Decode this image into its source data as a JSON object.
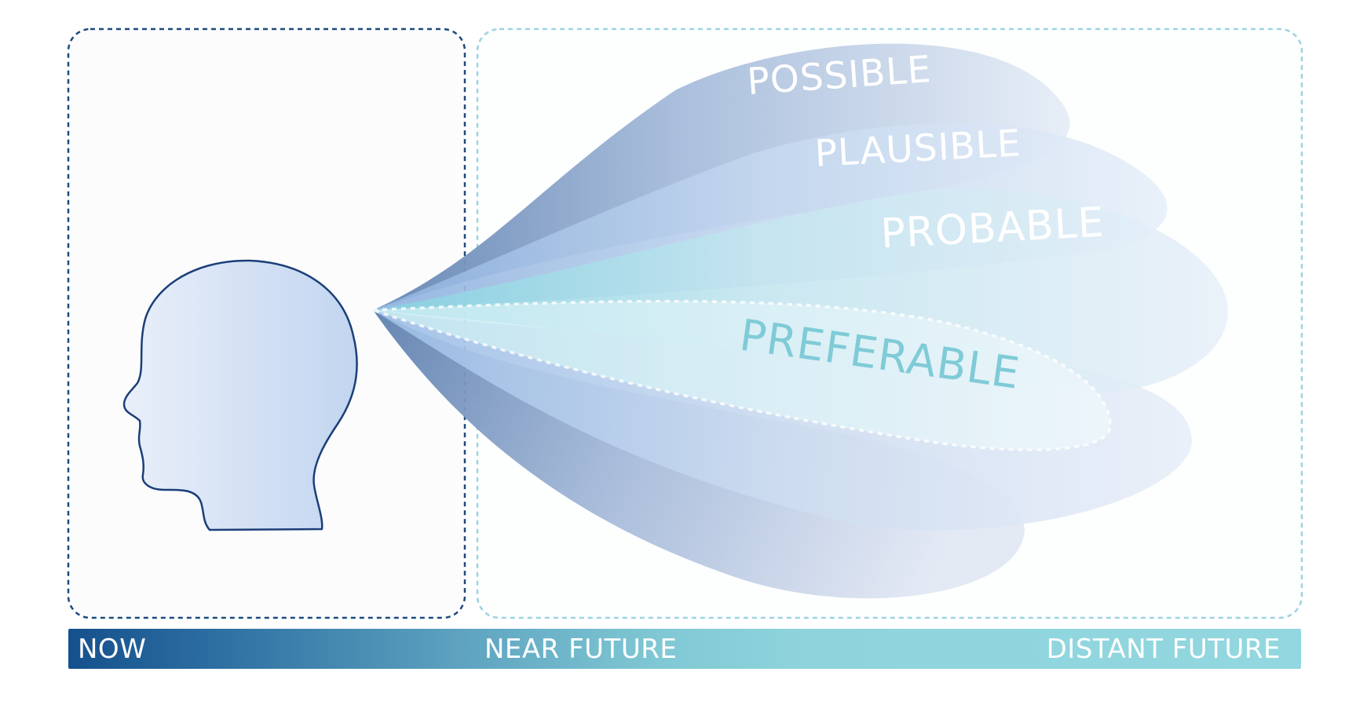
{
  "colors": {
    "head_fill_left": "#e8eef8",
    "head_fill_right": "#c4d6f0",
    "head_stroke": "#1b3f78",
    "now_frame": "#1d4a7e",
    "future_frame": "#9dd3e0",
    "possible_cone": "#6f8db8",
    "plausible_cone": "#9ab8e0",
    "probable_cone": "#a8dde8",
    "preferable_cone": "#e4f4f8",
    "lower_cone": "#6d8fbb",
    "preferable_text": "#7fcbd7",
    "timeline_start": "#15508c",
    "timeline_end": "#92d7df"
  },
  "diagram": {
    "cones": {
      "possible": "POSSIBLE",
      "plausible": "PLAUSIBLE",
      "probable": "PROBABLE",
      "preferable": "PREFERABLE"
    },
    "icons": {
      "head": "human-head-profile-icon"
    }
  },
  "timeline": {
    "now": "NOW",
    "near_future": "NEAR FUTURE",
    "distant_future": "DISTANT FUTURE"
  }
}
